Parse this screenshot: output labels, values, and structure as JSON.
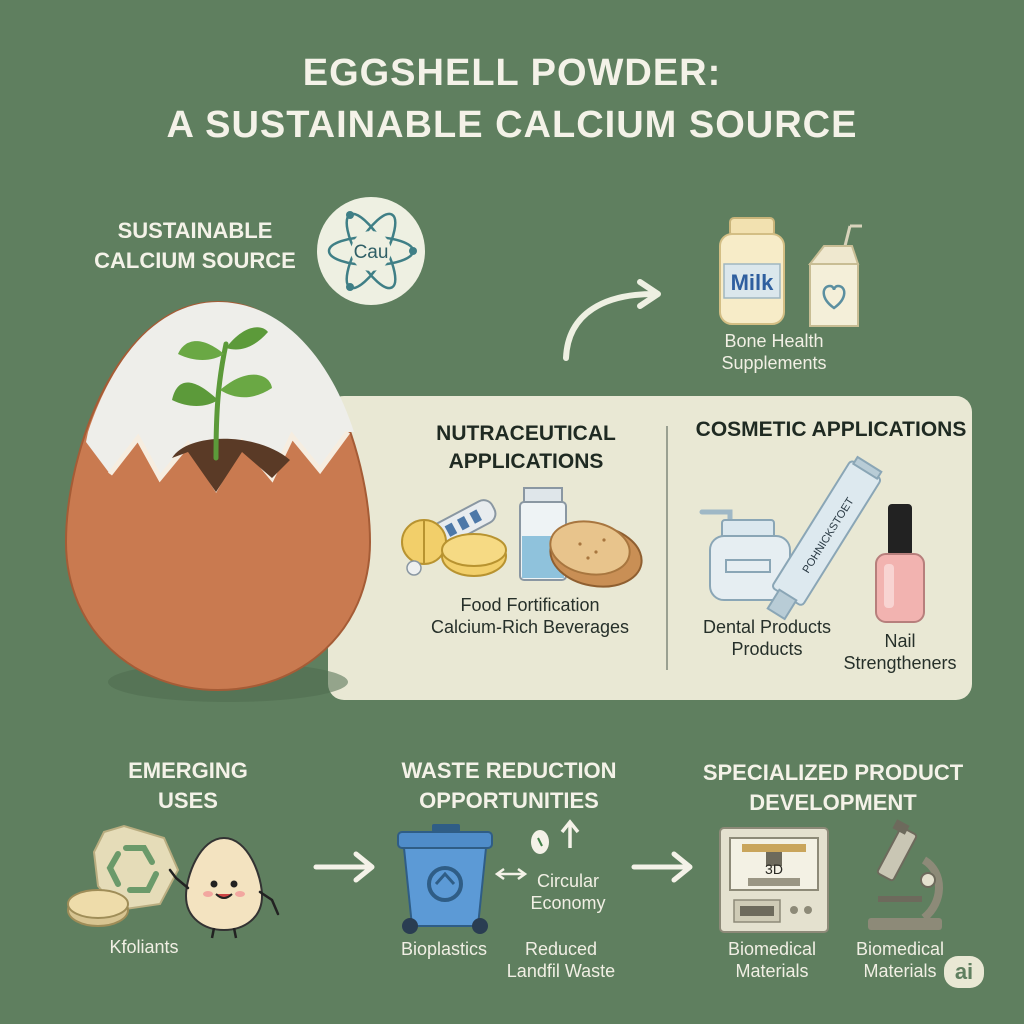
{
  "title": {
    "line1": "EGGSHELL POWDER:",
    "line2": "A SUSTAINABLE CALCIUM SOURCE"
  },
  "hero": {
    "label_line1": "SUSTAINABLE",
    "label_line2": "CALCIUM SOURCE",
    "atom_label": "Cau"
  },
  "bone_health": {
    "milk_label": "Milk",
    "caption_line1": "Bone Health",
    "caption_line2": "Supplements"
  },
  "nutraceutical": {
    "heading_line1": "NUTRACEUTICAL",
    "heading_line2": "APPLICATIONS",
    "caption_line1": "Food Fortification",
    "caption_line2": "Calcium-Rich Beverages"
  },
  "cosmetic": {
    "heading": "COSMETIC APPLICATIONS",
    "tube_label": "POHNICKSTOET",
    "dental_line1": "Dental Products",
    "dental_line2": "Products",
    "nail_line1": "Nail",
    "nail_line2": "Strengtheners"
  },
  "emerging": {
    "heading_line1": "EMERGING",
    "heading_line2": "USES",
    "caption": "Kfoliants"
  },
  "waste": {
    "heading_line1": "WASTE REDUCTION",
    "heading_line2": "OPPORTUNITIES",
    "bioplastics": "Bioplastics",
    "circular_line1": "Circular",
    "circular_line2": "Economy",
    "landfill_line1": "Reduced",
    "landfill_line2": "Landfil Waste"
  },
  "specialized": {
    "heading_line1": "SPECIALIZED PRODUCT",
    "heading_line2": "DEVELOPMENT",
    "printer_label": "3D",
    "caption1_line1": "Biomedical",
    "caption1_line2": "Materials",
    "caption2_line1": "Biomedical",
    "caption2_line2": "Materials"
  },
  "badge": "ai",
  "colors": {
    "background": "#5f7f5f",
    "panel": "#e9e8d4",
    "egg": "#c97a50",
    "leaf": "#5c9a3a"
  }
}
